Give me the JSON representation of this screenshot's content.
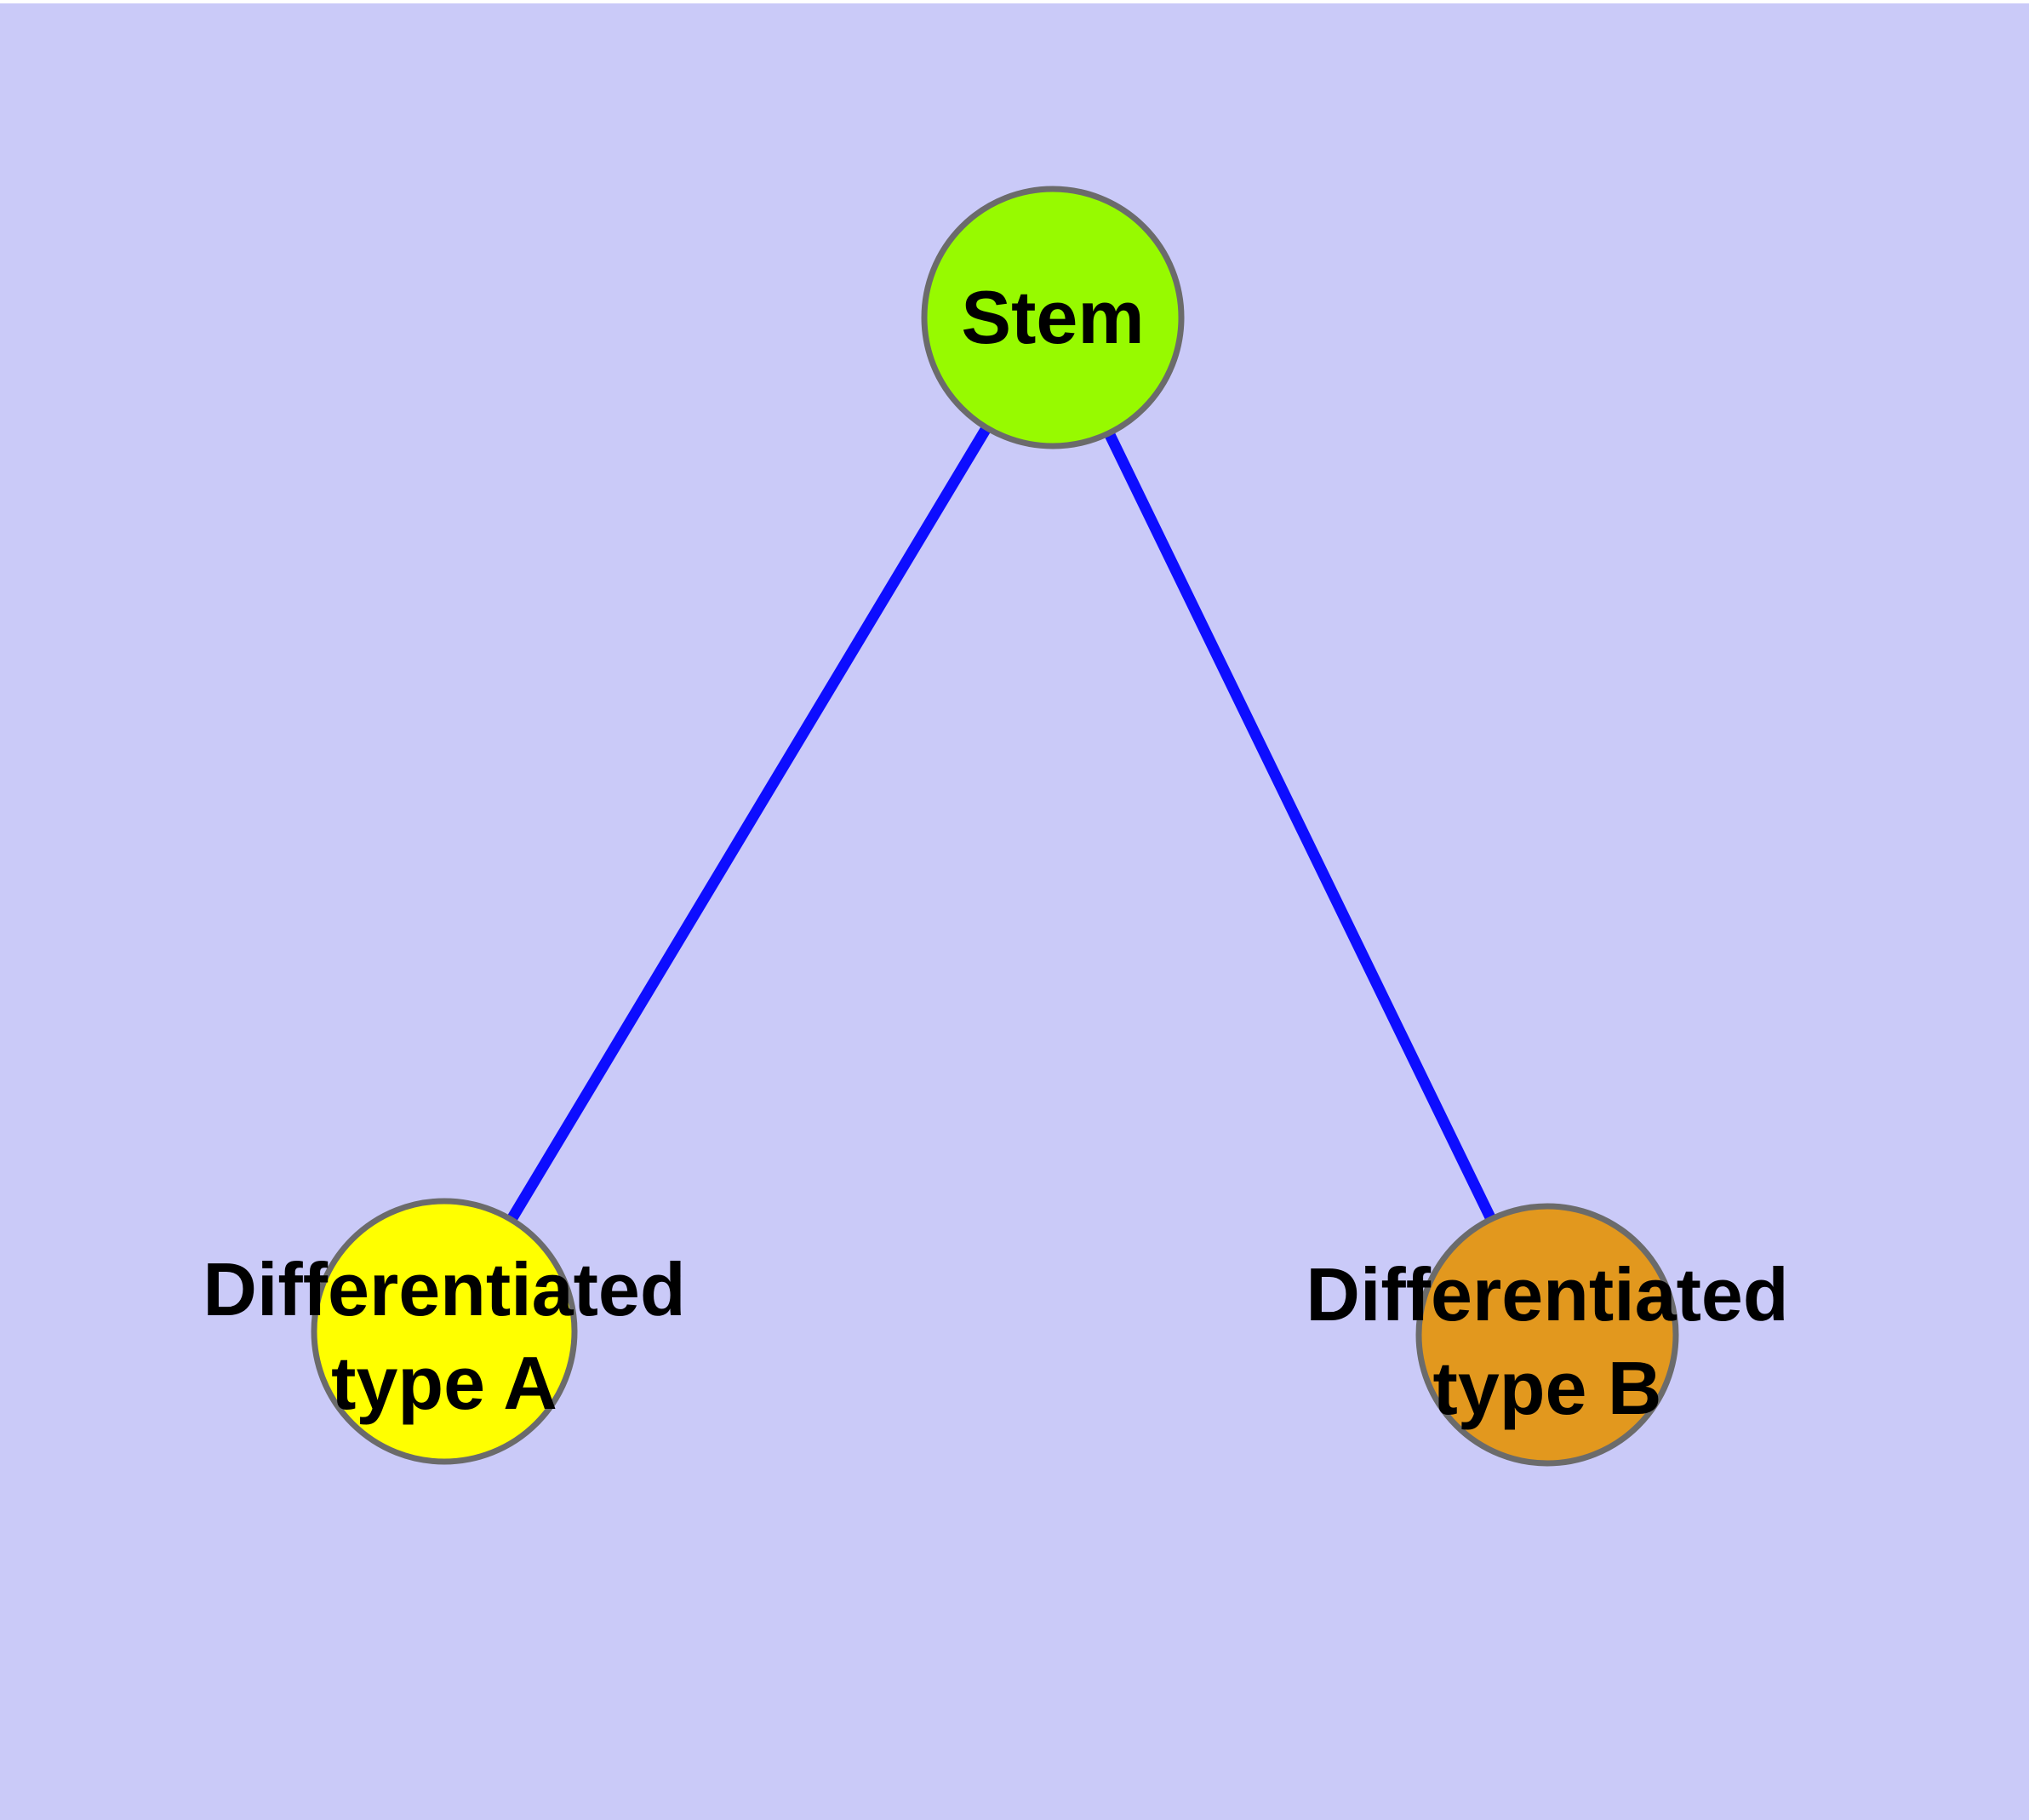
{
  "diagram": {
    "background_color": "#cacaf8",
    "top_edge_strip_color": "#ffffff",
    "edge_color": "#0d0dff",
    "node_border_color": "#6b6b6b",
    "text_color": "#000000",
    "nodes": [
      {
        "id": "stem",
        "label": "Stem",
        "fill": "#97fa00"
      },
      {
        "id": "differentiated-type-a",
        "label_line1": "Differentiated",
        "label_line2": "type A",
        "fill": "#ffff00"
      },
      {
        "id": "differentiated-type-b",
        "label_line1": "Differentiated",
        "label_line2": "type B",
        "fill": "#e2981e"
      }
    ],
    "edges": [
      {
        "from": "stem",
        "to": "differentiated-type-a"
      },
      {
        "from": "stem",
        "to": "differentiated-type-b"
      }
    ]
  }
}
